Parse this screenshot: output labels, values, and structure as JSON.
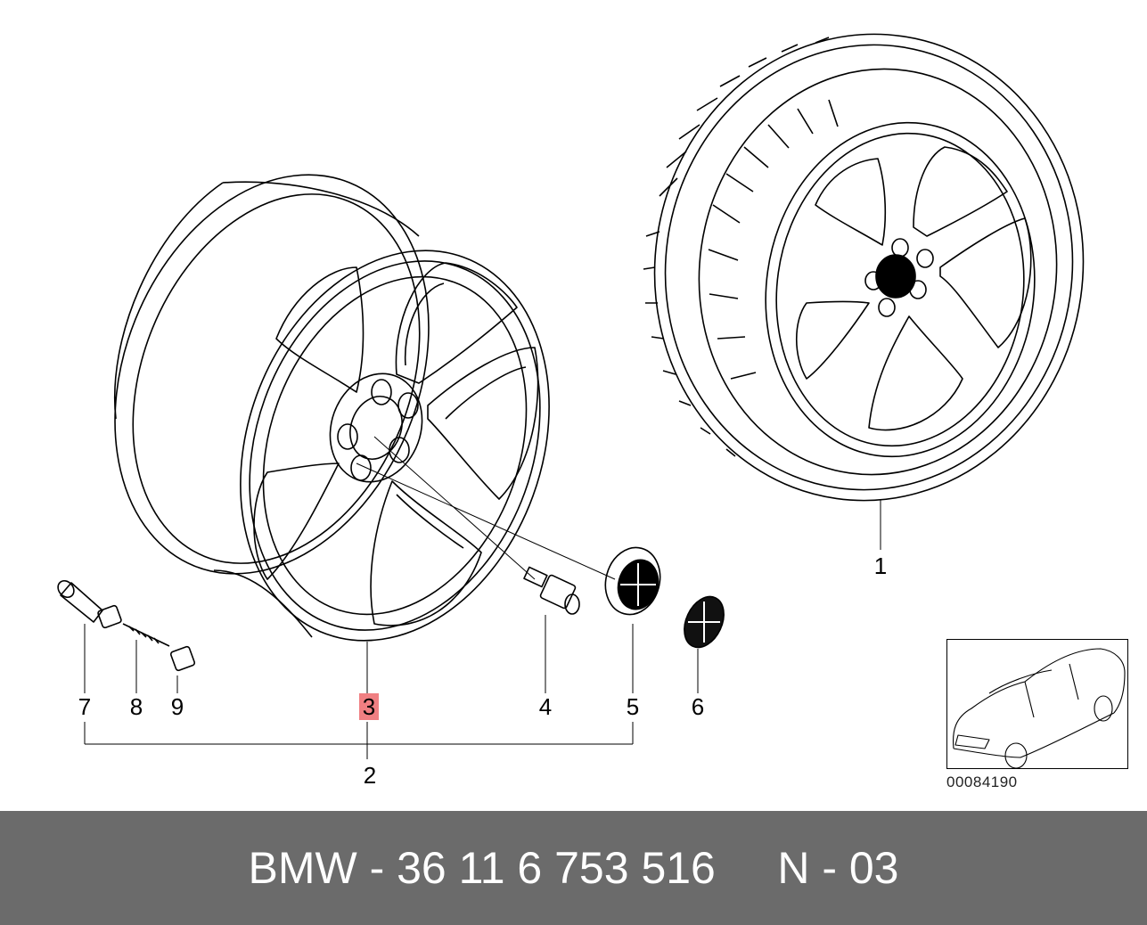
{
  "callouts": {
    "c1": "1",
    "c2": "2",
    "c3": "3",
    "c4": "4",
    "c5": "5",
    "c6": "6",
    "c7": "7",
    "c8": "8",
    "c9": "9"
  },
  "highlight_color": "#f07f82",
  "doc_number": "00084190",
  "footer": {
    "text": "BMW - 36 11 6 753 516     N - 03",
    "background": "#6b6b6b"
  }
}
